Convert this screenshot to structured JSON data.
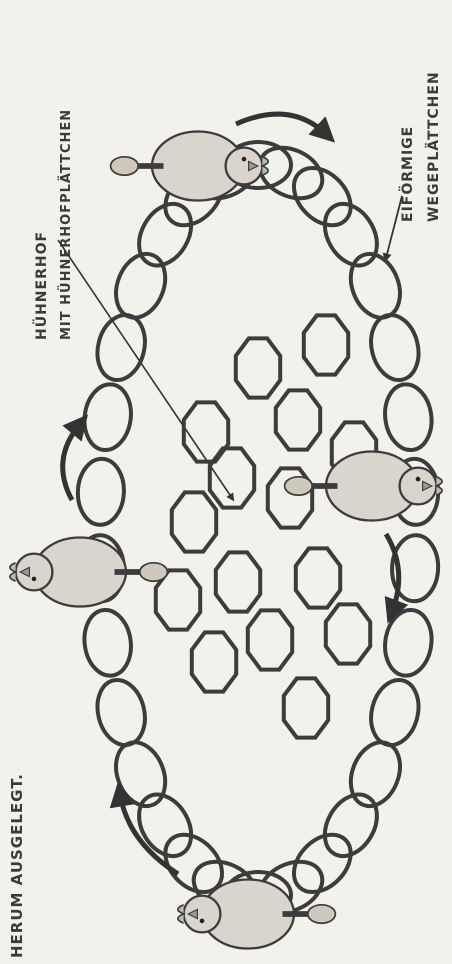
{
  "labels": {
    "intro_text": "HERUM AUSGELEGT.",
    "henhouse_line1": "HÜHNERHOF",
    "henhouse_line2": "MIT HÜHNERHOFPLÄTTCHEN",
    "path_line1": "EIFÖRMIGE",
    "path_line2": "WEGEPLÄTTCHEN"
  },
  "pieces": {
    "path_tile_count": 30,
    "henhouse_tile_count": 15,
    "chicken_count": 4
  },
  "colors": {
    "background": "#f3f1ec",
    "outline": "#3c3c3c",
    "chicken_fill": "#d9d4cc"
  }
}
